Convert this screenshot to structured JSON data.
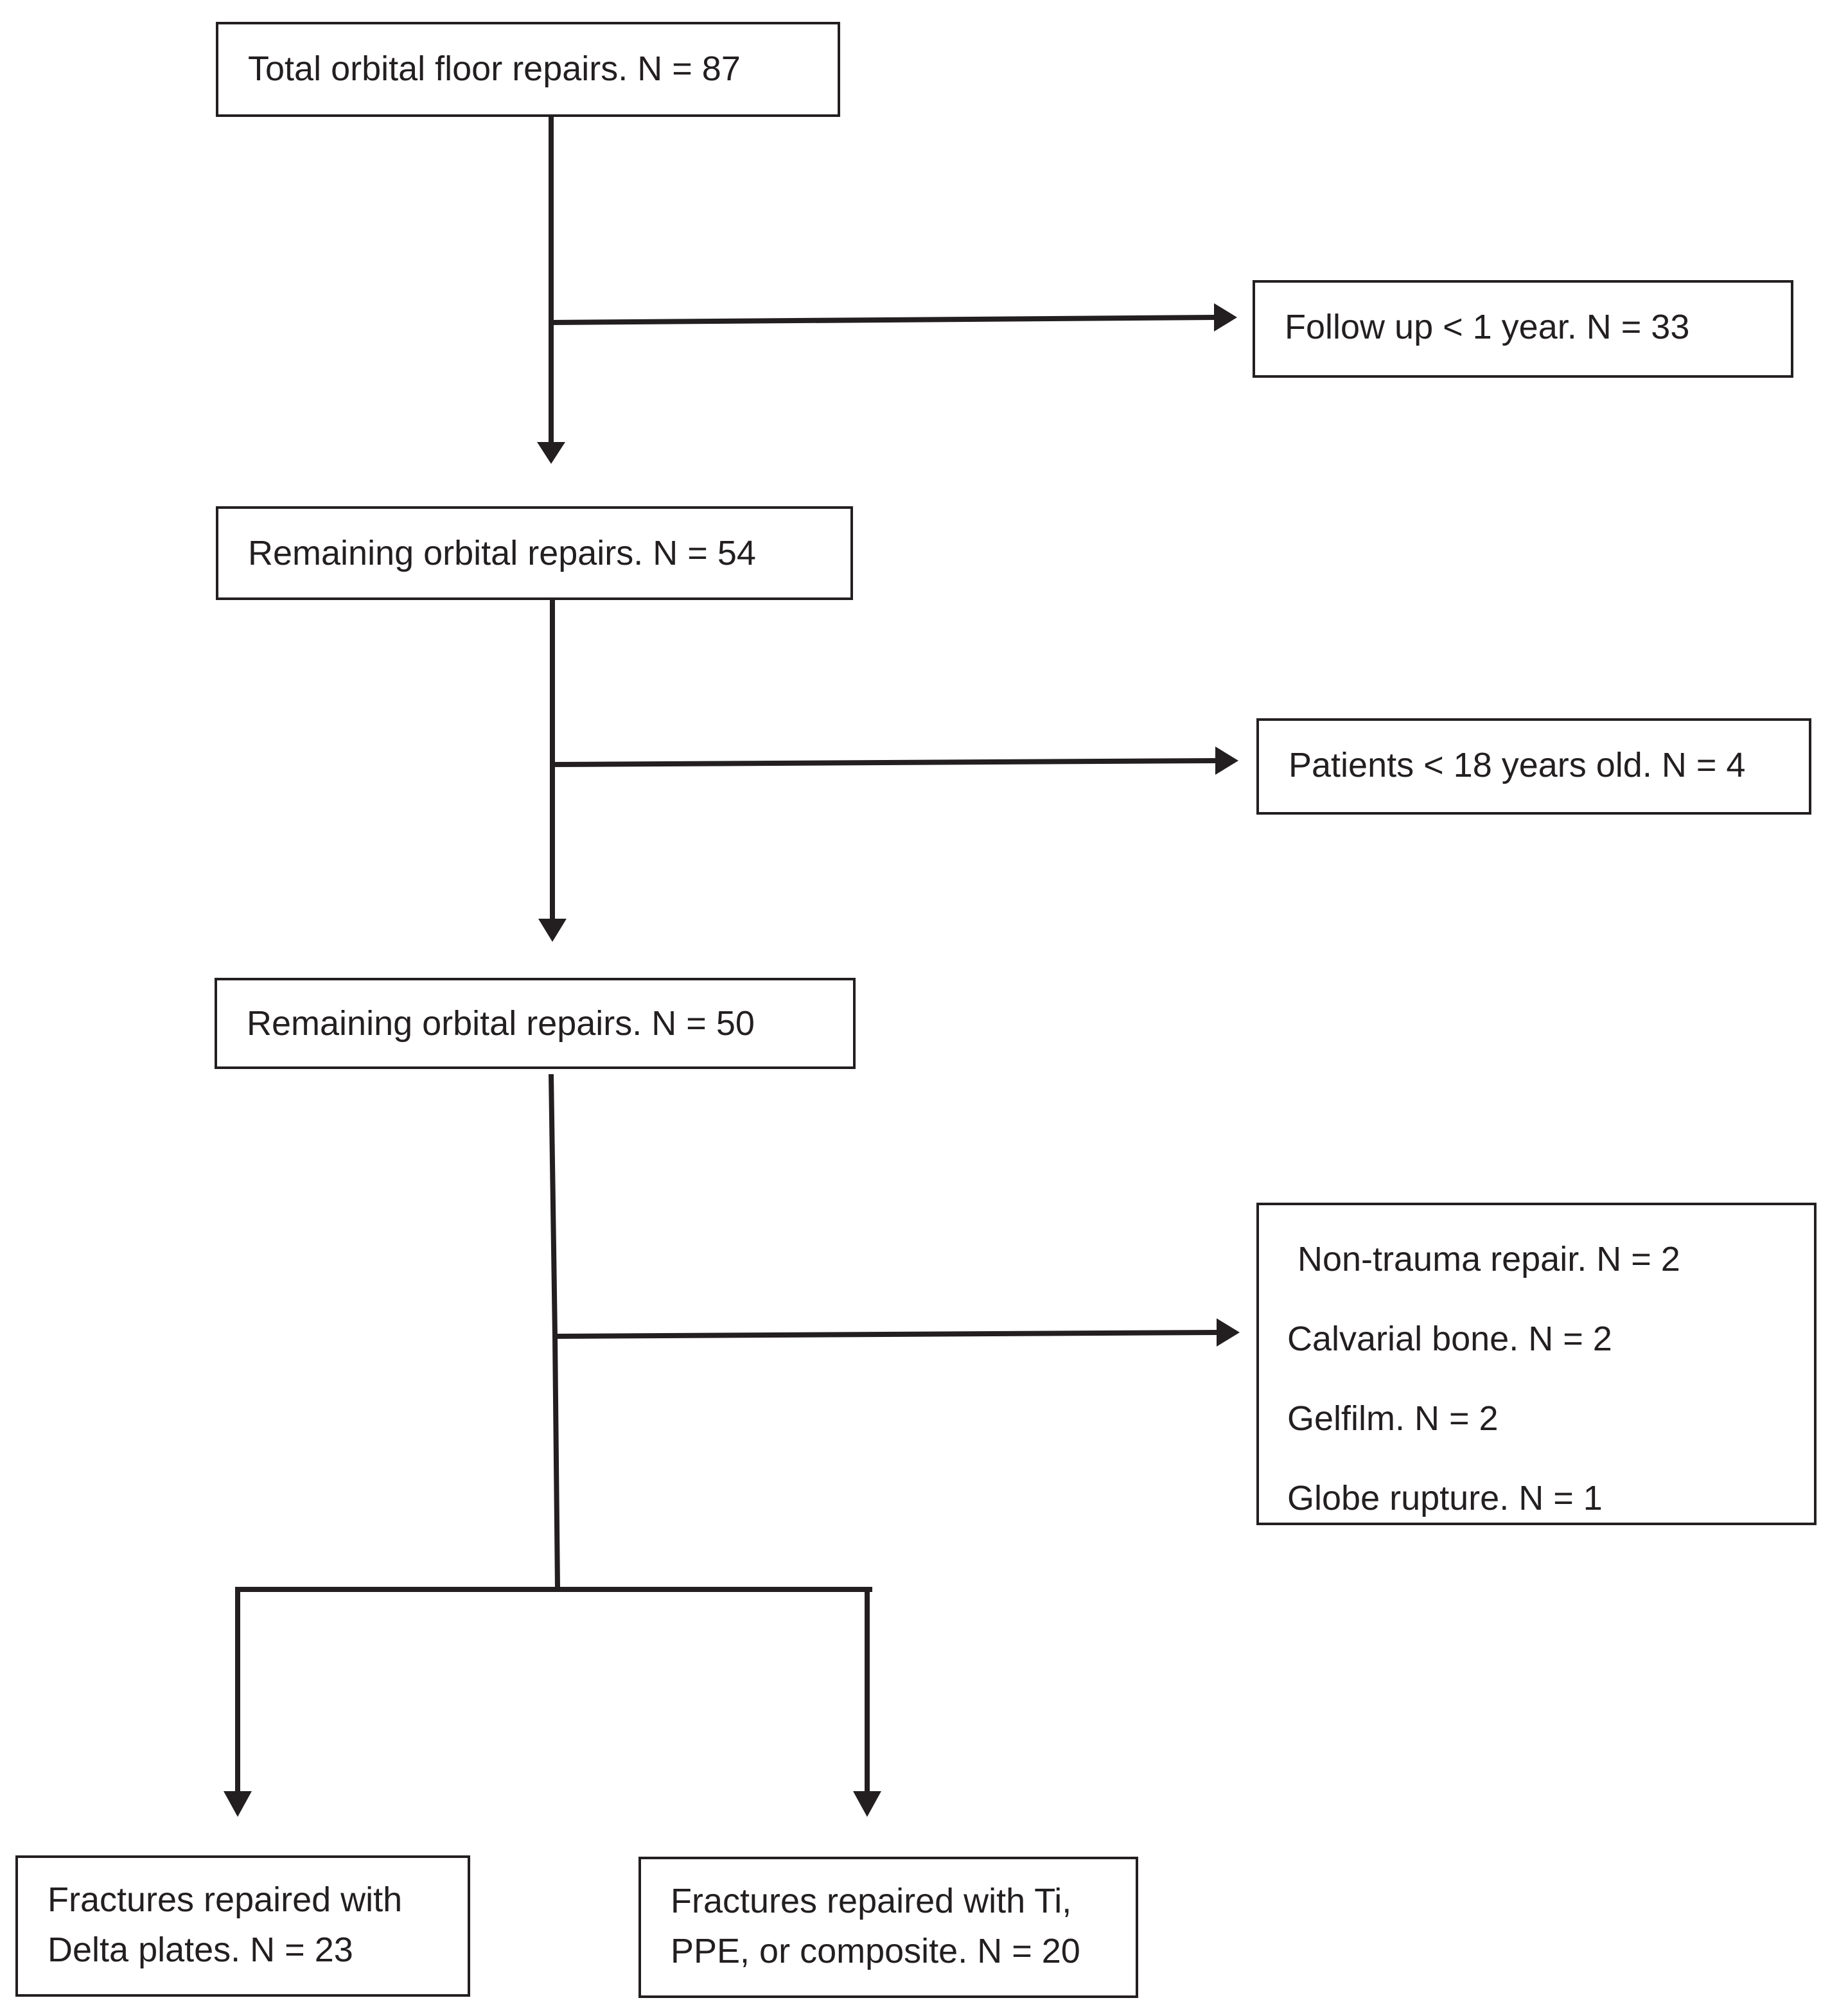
{
  "boxes": {
    "total": "Total orbital floor repairs. N = 87",
    "follow_up": "Follow up < 1 year. N = 33",
    "remaining_54": "Remaining orbital repairs. N = 54",
    "patients": "Patients < 18 years old. N = 4",
    "remaining_50": "Remaining orbital repairs. N = 50",
    "exclusions": [
      "Non-trauma repair. N = 2",
      "Calvarial bone. N = 2",
      "Gelfilm. N = 2",
      "Globe rupture. N = 1"
    ],
    "delta": [
      "Fractures repaired with",
      "Delta plates. N = 23"
    ],
    "ti": [
      "Fractures repaired with Ti,",
      "PPE, or composite. N = 20"
    ]
  },
  "colors": {
    "stroke": "#231f20",
    "background": "#ffffff"
  }
}
